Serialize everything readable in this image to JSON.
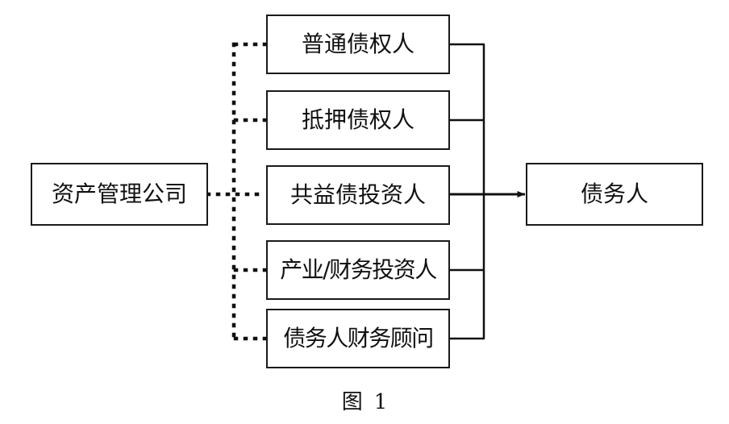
{
  "diagram": {
    "caption_label": "图",
    "caption_number": "1",
    "source_node": {
      "label": "资产管理公司"
    },
    "target_node": {
      "label": "债务人"
    },
    "middle_nodes": [
      {
        "label": "普通债权人"
      },
      {
        "label": "抵押债权人"
      },
      {
        "label": "共益债投资人"
      },
      {
        "label": "产业/财务投资人"
      },
      {
        "label": "债务人财务顾问"
      }
    ],
    "colors": {
      "stroke": "#1a1a1a",
      "text": "#111111",
      "background": "#ffffff"
    },
    "connectors": {
      "dotted_bus_style": "dotted",
      "solid_bus_style": "solid",
      "arrow_head": "filled-triangle"
    }
  }
}
